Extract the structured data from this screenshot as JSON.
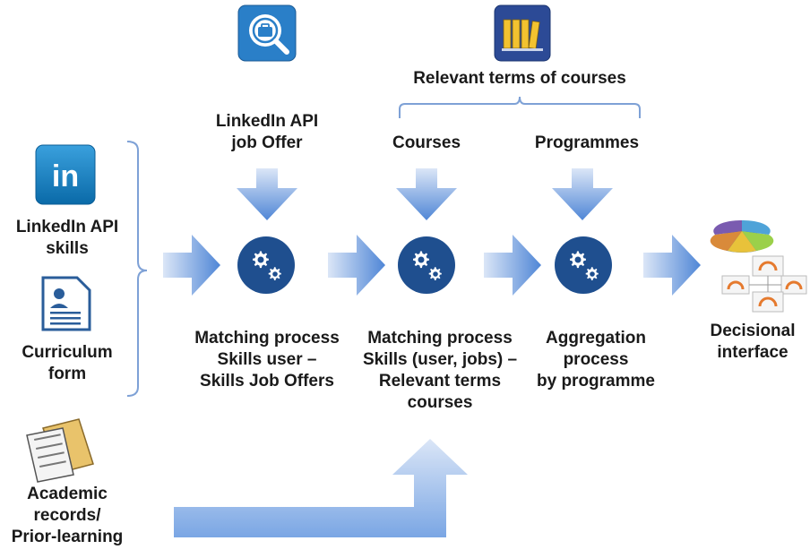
{
  "inputs": {
    "linkedin_skills": "LinkedIn API\nskills",
    "curriculum": "Curriculum\nform",
    "academic": "Academic\nrecords/\nPrior-learning"
  },
  "top": {
    "job_offer": "LinkedIn API\njob Offer",
    "relevant_terms": "Relevant terms of courses",
    "courses": "Courses",
    "programmes": "Programmes"
  },
  "processes": {
    "matching1": "Matching process\nSkills user –\nSkills Job Offers",
    "matching2": "Matching process\nSkills (user, jobs) –\nRelevant terms\ncourses",
    "aggregation": "Aggregation\nprocess\nby programme"
  },
  "output": {
    "decisional": "Decisional\ninterface"
  },
  "icons": {
    "linkedin_logo": "in",
    "gear": "gear-icon"
  },
  "colors": {
    "arrow_blue": "#5b8fd9",
    "arrow_light": "#dbe6f7",
    "gear_bg": "#1f4f8f",
    "bracket": "#7ea1d6"
  }
}
